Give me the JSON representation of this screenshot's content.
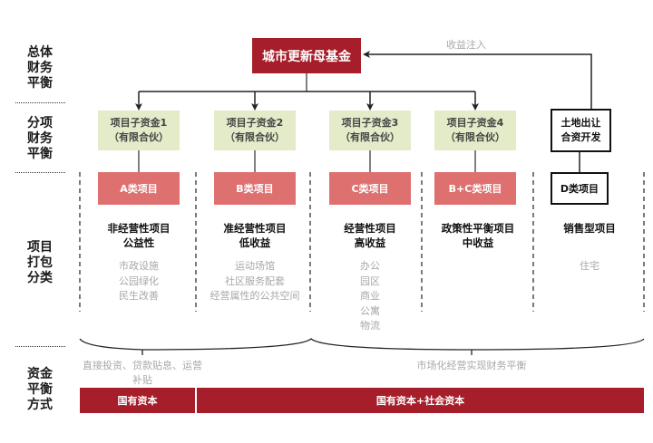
{
  "side_labels": {
    "overall": "总体\n财务\n平衡",
    "sub": "分项\n财务\n平衡",
    "packaging": "项目\n打包\n分类",
    "funding": "资金\n平衡\n方式"
  },
  "mother_fund": "城市更新母基金",
  "return_label": "收益注入",
  "sub_funds": [
    {
      "name": "项目子资金1",
      "type": "（有限合伙）"
    },
    {
      "name": "项目子资金2",
      "type": "（有限合伙）"
    },
    {
      "name": "项目子资金3",
      "type": "（有限合伙）"
    },
    {
      "name": "项目子资金4",
      "type": "（有限合伙）"
    }
  ],
  "land": {
    "line1": "土地出让",
    "line2": "合资开发"
  },
  "categories": [
    {
      "label": "A类项目",
      "title1": "非经营性项目",
      "title2": "公益性",
      "items": [
        "市政设施",
        "公园绿化",
        "民生改善"
      ]
    },
    {
      "label": "B类项目",
      "title1": "准经营性项目",
      "title2": "低收益",
      "items": [
        "运动场馆",
        "社区服务配套",
        "经营属性的公共空间"
      ]
    },
    {
      "label": "C类项目",
      "title1": "经营性项目",
      "title2": "高收益",
      "items": [
        "办公",
        "园区",
        "商业",
        "公寓",
        "物流"
      ]
    },
    {
      "label": "B+C类项目",
      "title1": "政策性平衡项目",
      "title2": "中收益",
      "items": []
    },
    {
      "label": "D类项目",
      "title1": "销售型项目",
      "title2": "",
      "items": [
        "住宅"
      ]
    }
  ],
  "funding_methods": {
    "left_desc": "直接投资、贷款贴息、运营补贴",
    "right_desc": "市场化经营实现财务平衡",
    "left_bar": "国有资本",
    "right_bar": "国有资本+社会资本"
  },
  "colors": {
    "dark_red": "#a51e2a",
    "light_red": "#de7070",
    "light_green": "#e3ebc8",
    "gray_text": "#a8a8a8"
  }
}
